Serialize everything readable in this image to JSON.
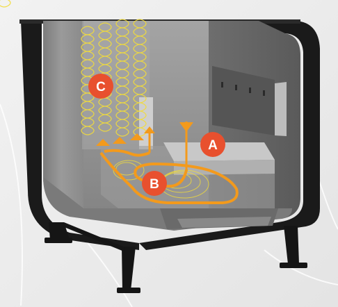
{
  "markers": [
    {
      "id": "a",
      "letter": "A",
      "color": "#e8502e"
    },
    {
      "id": "b",
      "letter": "B",
      "color": "#e8502e"
    },
    {
      "id": "c",
      "letter": "C",
      "color": "#e8502e"
    }
  ],
  "colors": {
    "background": "#eeeeee",
    "stove_frame": "#1a1a1a",
    "chamber_wall": "#8e8e8e",
    "chamber_wall_dark": "#6a6a6a",
    "air_flow": "#f39a1c",
    "heat_flow": "#f2dc3a"
  },
  "icons": {
    "air_path": "orange-arrow-path",
    "heat_waves": "yellow-heat-coils"
  }
}
